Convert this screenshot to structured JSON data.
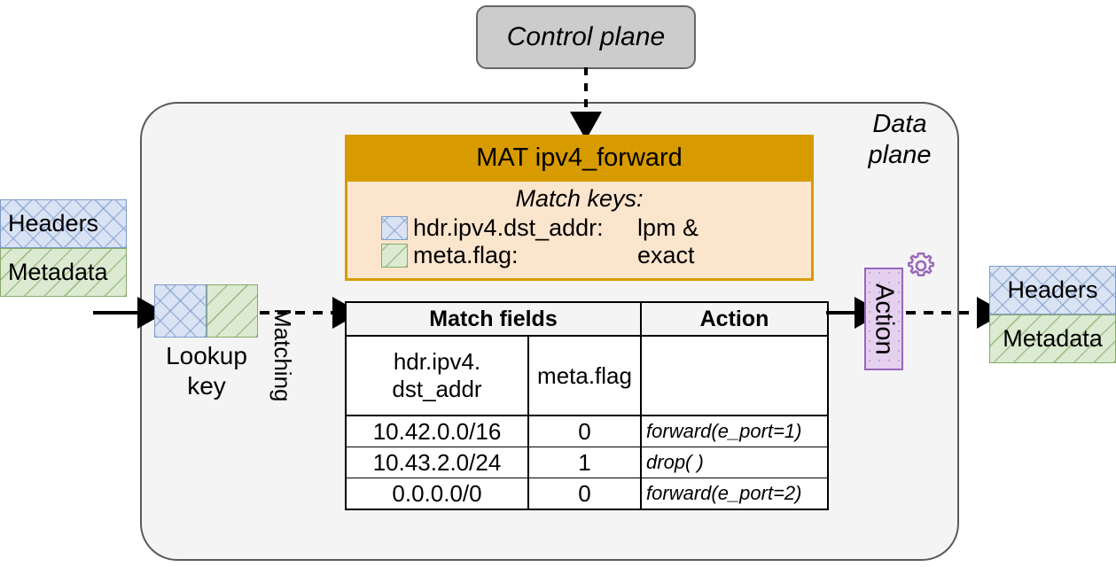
{
  "diagram": {
    "control_plane": {
      "label": "Control plane"
    },
    "data_plane": {
      "label": "Data\nplane",
      "label_line1": "Data",
      "label_line2": "plane"
    },
    "packet_in": {
      "headers": "Headers",
      "metadata": "Metadata"
    },
    "packet_out": {
      "headers": "Headers",
      "metadata": "Metadata"
    },
    "lookup_key": {
      "label_line1": "Lookup",
      "label_line2": "key"
    },
    "matching_edge": {
      "label": "Matching"
    },
    "action_block": {
      "label": "Action",
      "icon": "gear-icon"
    },
    "mat": {
      "title": "MAT ipv4_forward",
      "match_keys_title": "Match keys:",
      "keys": [
        {
          "name": "hdr.ipv4.dst_addr:",
          "type": "lpm  &",
          "swatch": "headers-hatch"
        },
        {
          "name": "meta.flag:",
          "type": "exact",
          "swatch": "metadata-hatch"
        }
      ]
    },
    "table": {
      "group_headers": [
        "Match fields",
        "Action"
      ],
      "sub_headers": [
        "hdr.ipv4.\ndst_addr",
        "meta.flag",
        ""
      ],
      "sub_header_0_line1": "hdr.ipv4.",
      "sub_header_0_line2": "dst_addr",
      "sub_header_1": "meta.flag",
      "rows": [
        {
          "dst_addr": "10.42.0.0/16",
          "flag": "0",
          "action": "forward(e_port=1)"
        },
        {
          "dst_addr": "10.43.2.0/24",
          "flag": "1",
          "action": "drop( )"
        },
        {
          "dst_addr": "0.0.0.0/0",
          "flag": "0",
          "action": "forward(e_port=2)"
        }
      ]
    },
    "colors": {
      "mat_header": "#d79b00",
      "mat_keys_bg": "#fce5cd",
      "control_plane_bg": "#cccccc",
      "data_plane_bg": "#f4f4f4",
      "headers_blue": "#dae3f3",
      "metadata_green": "#dbead0",
      "action_purple": "#e5d0ef"
    }
  }
}
